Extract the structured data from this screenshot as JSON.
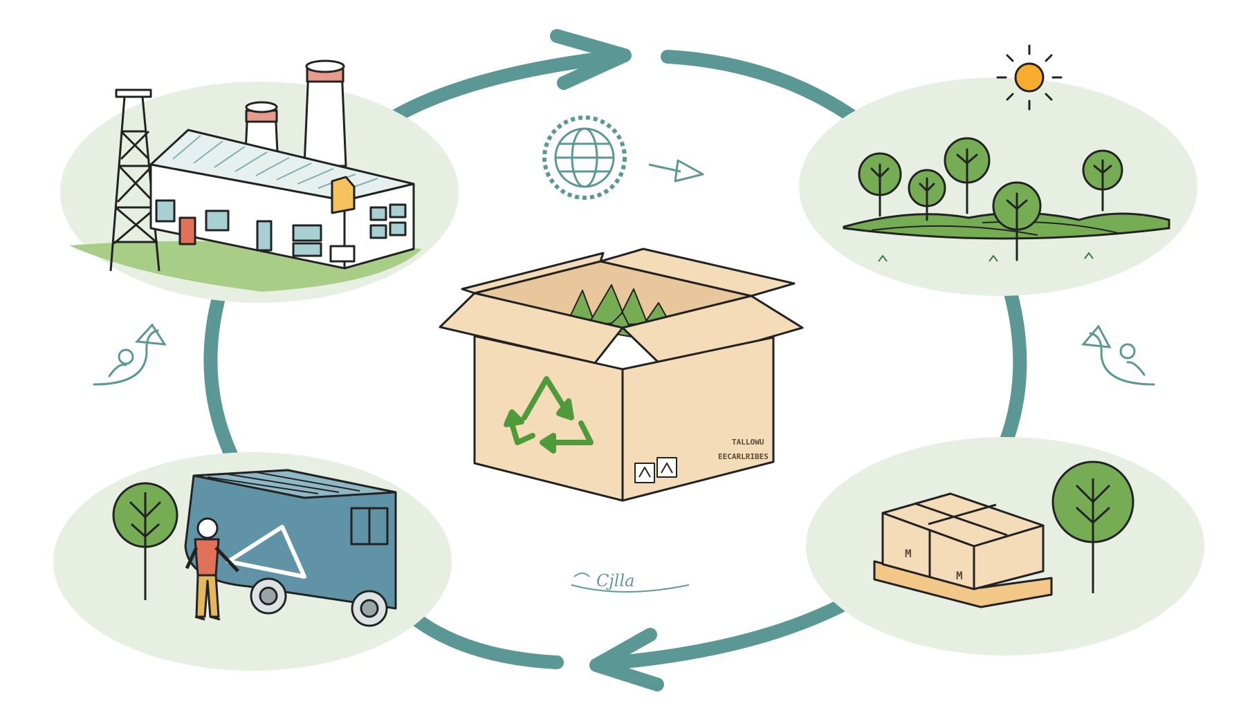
{
  "diagram": {
    "box_label_line1": "TALLOWU",
    "box_label_line2": "EECARLRIBES",
    "pallet_mark": "M",
    "scribble_text": "Cjlla",
    "colors": {
      "arrow": "#5a9795",
      "ellipse": "#e7efe2",
      "outline": "#222222",
      "box": "#f5dcb8",
      "leaf": "#76ad54",
      "recycle": "#4f9a3a",
      "sun": "#f7ac2e",
      "van": "#5f93a5",
      "chimney": "#e79b8d"
    }
  }
}
